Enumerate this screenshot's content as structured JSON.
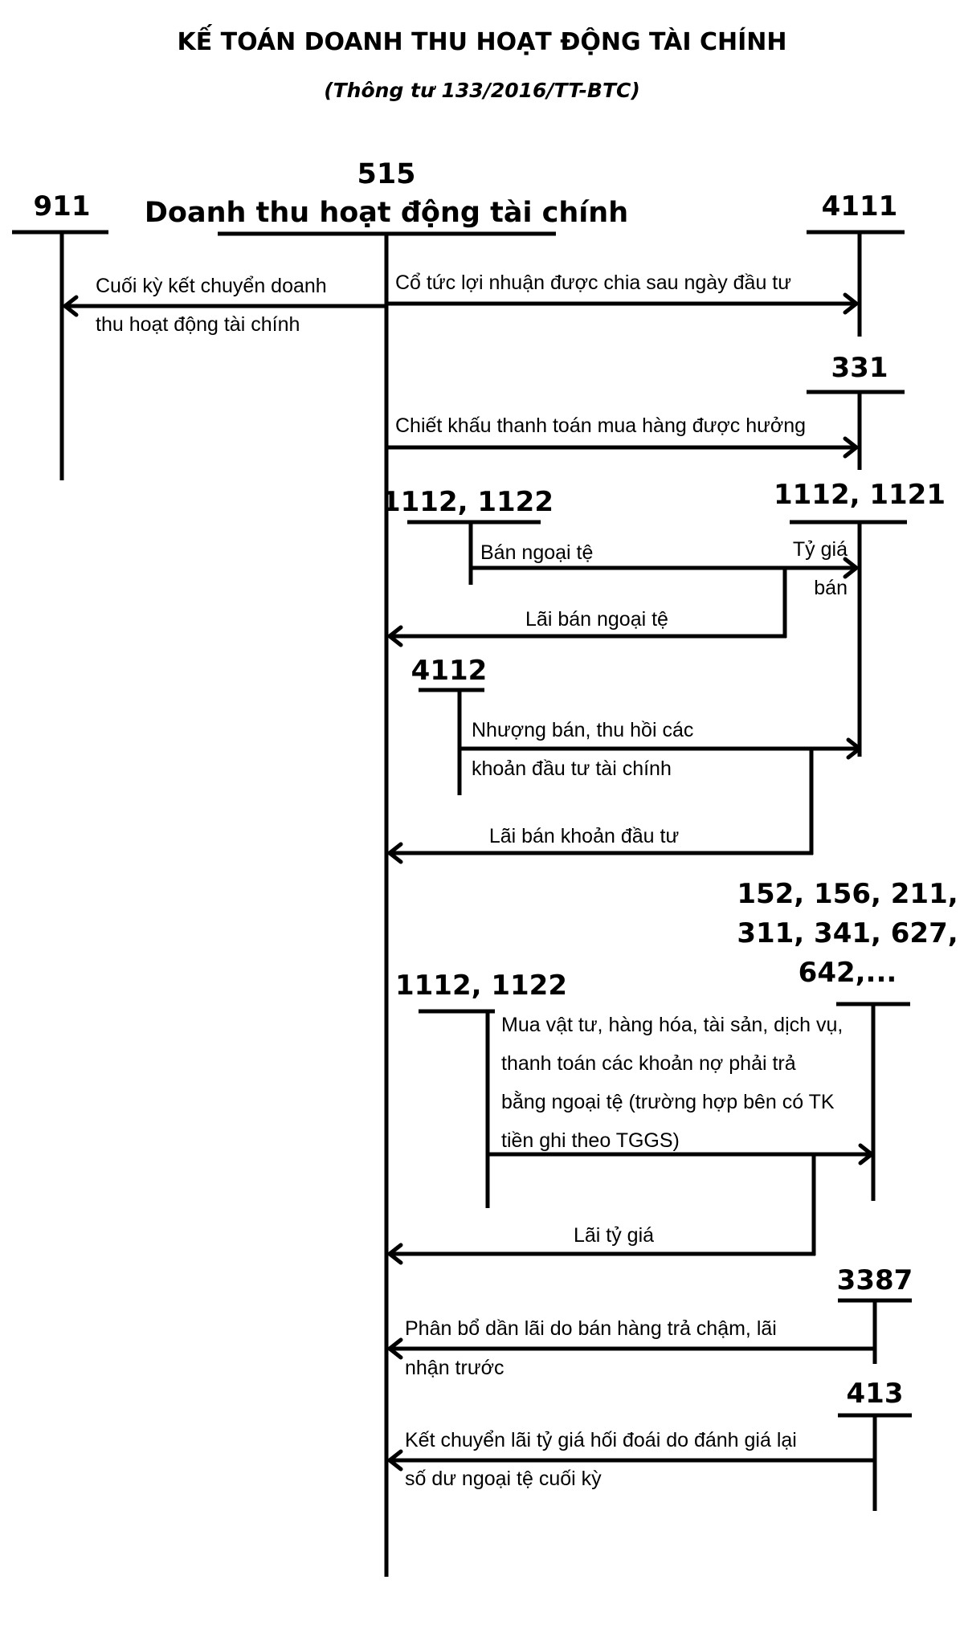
{
  "title": "KẾ TOÁN DOANH THU HOẠT ĐỘNG TÀI CHÍNH",
  "subtitle": "(Thông tư 133/2016/TT-BTC)",
  "main_account": {
    "number": "515",
    "name": "Doanh thu hoạt động tài chính"
  },
  "accounts": {
    "a911": "911",
    "a4111": "4111",
    "a331": "331",
    "a1112_1122_first": "1112, 1122",
    "a1112_1121": "1112, 1121",
    "a4112": "4112",
    "a152_group": [
      "152, 156, 211,",
      "311, 341, 627,",
      "642,..."
    ],
    "a1112_1122_second": "1112, 1122",
    "a3387": "3387",
    "a413": "413"
  },
  "entries": {
    "close_to_911": [
      "Cuối  kỳ  kết  chuyển  doanh",
      "thu hoạt động tài chính"
    ],
    "dividends": "Cổ tức lợi nhuận được chia sau ngày đầu tư",
    "payment_discount": "Chiết khấu thanh toán mua hàng được hưởng",
    "sell_fx": "Bán ngoại tệ",
    "sell_rate": [
      "Tỷ giá",
      "bán"
    ],
    "fx_sale_gain": "Lãi bán ngoại tệ",
    "investment_disposal": [
      "Nhượng bán, thu hồi các",
      "khoản đầu tư tài chính"
    ],
    "investment_gain": "Lãi bán khoản đầu tư",
    "fx_purchase": [
      "Mua vật tư, hàng hóa, tài sản, dịch vụ,",
      "thanh toán các khoản nợ phải trả",
      "bằng ngoại tệ (trường hợp bên có TK",
      "tiền ghi theo TGGS)"
    ],
    "fx_gain": "Lãi tỷ giá",
    "deferred_interest": [
      "Phân bổ dần lãi do bán hàng trả chậm, lãi",
      "nhận trước"
    ],
    "fx_revaluation": [
      "Kết chuyển lãi tỷ giá hối đoái do đánh giá lại",
      "số dư ngoại tệ cuối kỳ"
    ]
  }
}
